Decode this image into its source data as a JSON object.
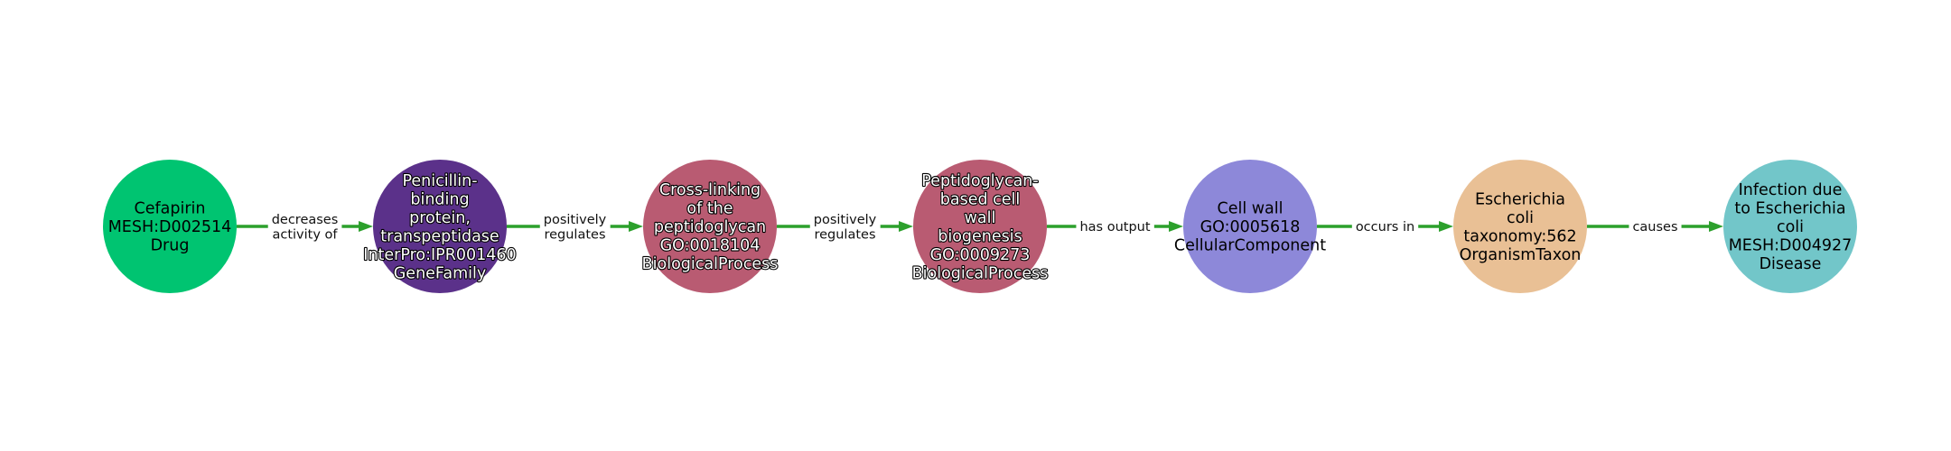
{
  "colors": {
    "edge": "#2ca02c",
    "label_bg": "#ffffff"
  },
  "nodes": [
    {
      "lines": [
        "Cefapirin",
        "MESH:D002514",
        "Drug"
      ],
      "color": "#00c471",
      "text_color": "#000000",
      "halo": false
    },
    {
      "lines": [
        "Penicillin-",
        "binding",
        "protein,",
        "transpeptidase",
        "InterPro:IPR001460",
        "GeneFamily"
      ],
      "color": "#5b318a",
      "text_color": "#ffffff",
      "halo": true
    },
    {
      "lines": [
        "Cross-linking",
        "of the",
        "peptidoglycan",
        "GO:0018104",
        "BiologicalProcess"
      ],
      "color": "#b95b72",
      "text_color": "#ffffff",
      "halo": true
    },
    {
      "lines": [
        "Peptidoglycan-",
        "based cell",
        "wall",
        "biogenesis",
        "GO:0009273",
        "BiologicalProcess"
      ],
      "color": "#b95b72",
      "text_color": "#ffffff",
      "halo": true
    },
    {
      "lines": [
        "Cell wall",
        "GO:0005618",
        "CellularComponent"
      ],
      "color": "#8d88d9",
      "text_color": "#000000",
      "halo": false
    },
    {
      "lines": [
        "Escherichia",
        "coli",
        "taxonomy:562",
        "OrganismTaxon"
      ],
      "color": "#e9c095",
      "text_color": "#000000",
      "halo": false
    },
    {
      "lines": [
        "Infection due",
        "to Escherichia",
        "coli",
        "MESH:D004927",
        "Disease"
      ],
      "color": "#72c6c9",
      "text_color": "#000000",
      "halo": false
    }
  ],
  "edges": [
    {
      "from": 0,
      "to": 1,
      "lines": [
        "decreases",
        "activity of"
      ]
    },
    {
      "from": 1,
      "to": 2,
      "lines": [
        "positively",
        "regulates"
      ]
    },
    {
      "from": 2,
      "to": 3,
      "lines": [
        "positively",
        "regulates"
      ]
    },
    {
      "from": 3,
      "to": 4,
      "lines": [
        "has output"
      ]
    },
    {
      "from": 4,
      "to": 5,
      "lines": [
        "occurs in"
      ]
    },
    {
      "from": 5,
      "to": 6,
      "lines": [
        "causes"
      ]
    }
  ]
}
